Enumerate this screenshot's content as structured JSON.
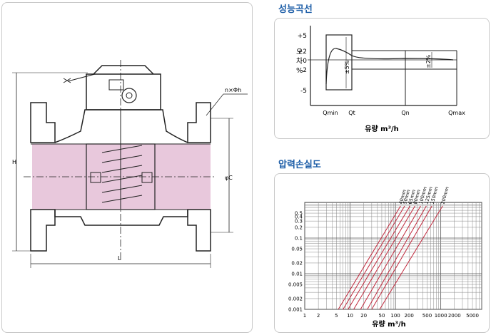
{
  "drawing": {
    "dim_labels": {
      "height": "H",
      "length": "L",
      "diameter": "φC",
      "bolt": "n×Φh"
    },
    "body_color": "#e8c8dc"
  },
  "performance": {
    "title": "성능곡선",
    "y_axis_label": [
      "오",
      "차",
      "%"
    ],
    "y_ticks": [
      "+5",
      "+2",
      "0",
      "-2",
      "-5"
    ],
    "x_ticks": [
      "Qmin",
      "Qt",
      "Qn",
      "Qmax"
    ],
    "x_axis_label": "유량 m³/h",
    "band_low_label": "±5%",
    "band_high_label": "±2%",
    "chart_data": {
      "type": "line",
      "x_categories": [
        "Qmin",
        "Qt",
        "Qn",
        "Qmax"
      ],
      "ylim": [
        -7,
        7
      ],
      "y_ticks": [
        5,
        2,
        0,
        -2,
        -5
      ],
      "bands": [
        {
          "range": "Qmin-Qt",
          "limit": 5
        },
        {
          "range": "Qt-Qmax",
          "limit": 2
        }
      ]
    }
  },
  "pressure_loss": {
    "title": "압력손실도",
    "y_ticks": [
      "0.5",
      "0.4",
      "0.3",
      "0.2",
      "0.1",
      "0.05",
      "0.02",
      "0.01",
      "0.005",
      "0.002",
      "0.001"
    ],
    "x_ticks": [
      "1",
      "2",
      "5",
      "10",
      "20",
      "50",
      "100",
      "200",
      "500",
      "1000",
      "2000",
      "5000"
    ],
    "x_axis_label": "유량 m³/h",
    "series_labels": [
      "40mm",
      "50mm",
      "65mm",
      "80mm",
      "100mm",
      "125mm",
      "150mm",
      "200mm"
    ],
    "line_color": "#c0283c",
    "chart_data": {
      "type": "line",
      "x_scale": "log",
      "y_scale": "log",
      "xlim": [
        1,
        8000
      ],
      "ylim": [
        0.001,
        1
      ],
      "series": [
        {
          "name": "40mm",
          "points": [
            [
              5.5,
              0.001
            ],
            [
              130,
              0.8
            ]
          ]
        },
        {
          "name": "50mm",
          "points": [
            [
              7,
              0.001
            ],
            [
              160,
              0.8
            ]
          ]
        },
        {
          "name": "65mm",
          "points": [
            [
              9,
              0.001
            ],
            [
              210,
              0.8
            ]
          ]
        },
        {
          "name": "80mm",
          "points": [
            [
              12,
              0.001
            ],
            [
              270,
              0.8
            ]
          ]
        },
        {
          "name": "100mm",
          "points": [
            [
              17,
              0.001
            ],
            [
              360,
              0.8
            ]
          ]
        },
        {
          "name": "125mm",
          "points": [
            [
              24,
              0.001
            ],
            [
              480,
              0.8
            ]
          ]
        },
        {
          "name": "150mm",
          "points": [
            [
              30,
              0.001
            ],
            [
              640,
              0.8
            ]
          ]
        },
        {
          "name": "200mm",
          "points": [
            [
              45,
              0.001
            ],
            [
              1100,
              0.8
            ]
          ]
        }
      ]
    }
  }
}
